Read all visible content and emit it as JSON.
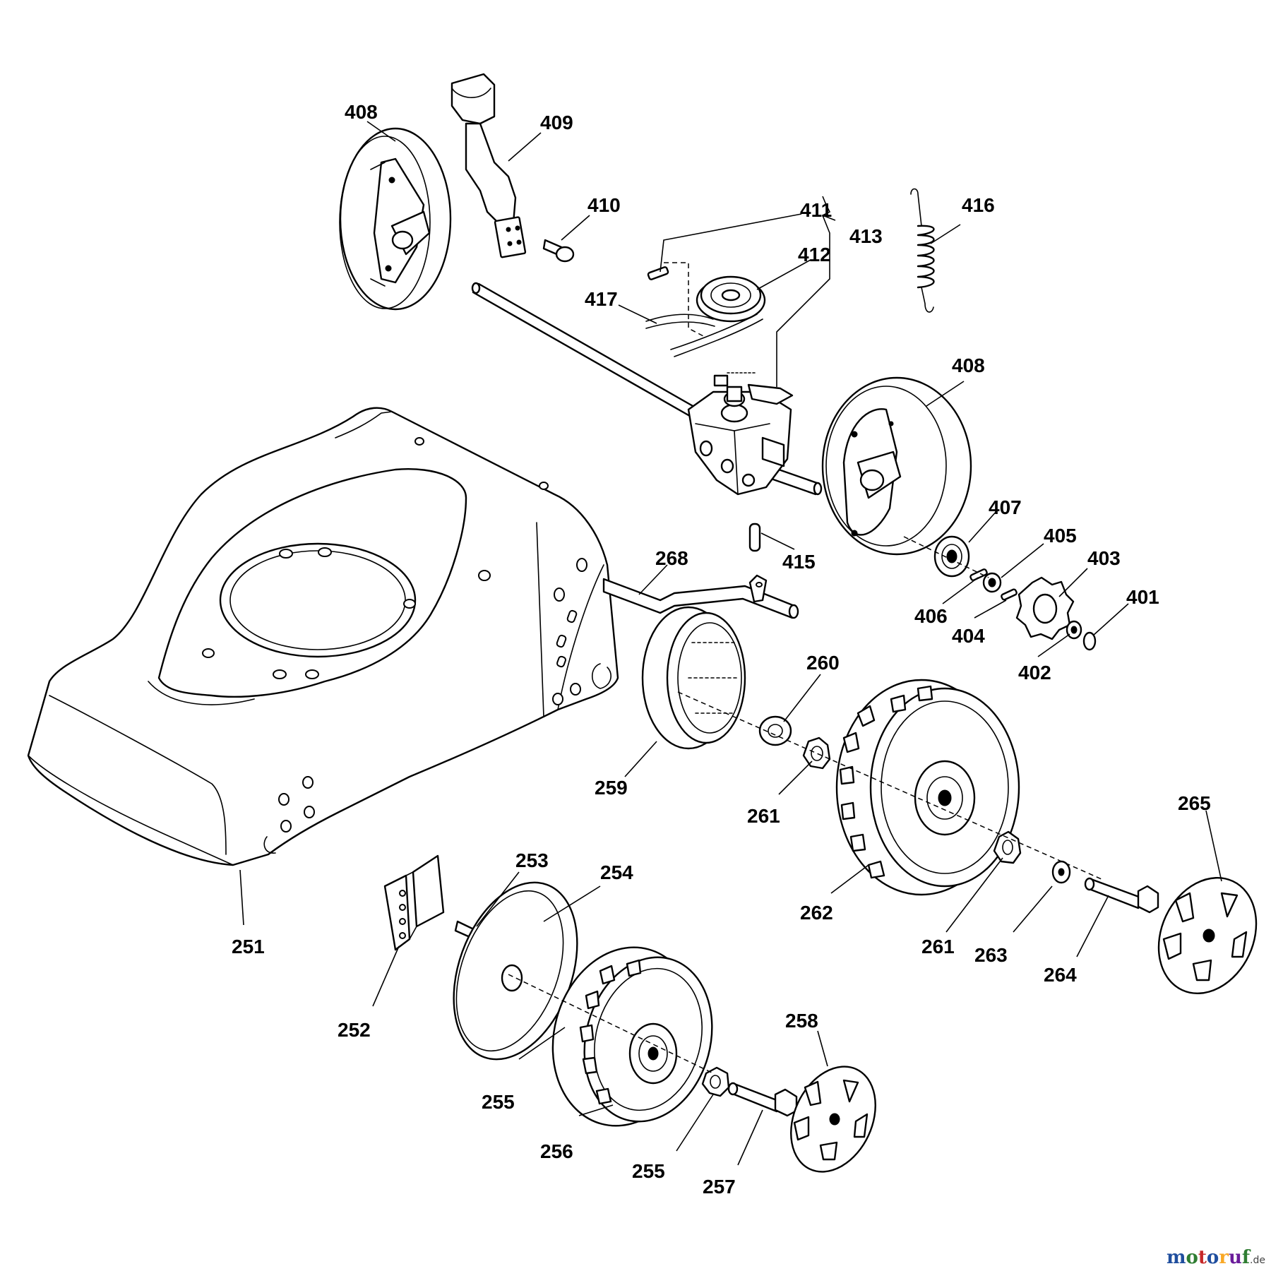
{
  "diagram": {
    "labels": {
      "p251": "251",
      "p252": "252",
      "p253": "253",
      "p254": "254",
      "p255a": "255",
      "p255b": "255",
      "p256": "256",
      "p257": "257",
      "p258": "258",
      "p259": "259",
      "p260": "260",
      "p261a": "261",
      "p261b": "261",
      "p262": "262",
      "p263": "263",
      "p264": "264",
      "p265": "265",
      "p268": "268",
      "p401": "401",
      "p402": "402",
      "p403": "403",
      "p404": "404",
      "p405": "405",
      "p406": "406",
      "p407": "407",
      "p408a": "408",
      "p408b": "408",
      "p409": "409",
      "p410": "410",
      "p411": "411",
      "p412": "412",
      "p413": "413",
      "p415": "415",
      "p416": "416",
      "p417": "417"
    }
  },
  "watermark": {
    "letters": [
      "m",
      "o",
      "t",
      "o",
      "r",
      "u",
      "f"
    ],
    "colors": [
      "#1f4e9e",
      "#2e7d32",
      "#c62828",
      "#1f4e9e",
      "#f9a825",
      "#6a1b9a",
      "#2e7d32"
    ],
    "suffix": ".de"
  }
}
